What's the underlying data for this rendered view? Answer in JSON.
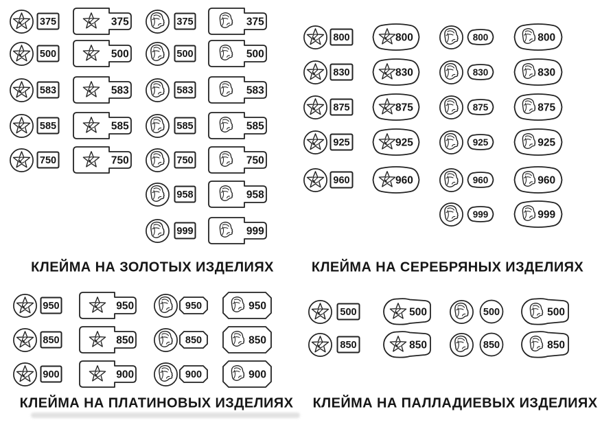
{
  "diagram": {
    "background": "#ffffff",
    "ink_color": "#222222",
    "star_emblem": "five-pointed star with hammer and sickle inside a circle",
    "head_emblem": "woman's head in kokoshnik facing right"
  },
  "sections": [
    {
      "id": "gold",
      "title": "КЛЕЙМА НА ЗОЛОТЫХ ИЗДЕЛИЯХ",
      "star_frame_shape": "spatula",
      "head_frame_shape": "spatula",
      "number_box_shape": "rectangle",
      "rows": [
        {
          "value": "375",
          "star_variants": true,
          "head_variants": true
        },
        {
          "value": "500",
          "star_variants": true,
          "head_variants": true
        },
        {
          "value": "583",
          "star_variants": true,
          "head_variants": true
        },
        {
          "value": "585",
          "star_variants": true,
          "head_variants": true
        },
        {
          "value": "750",
          "star_variants": true,
          "head_variants": true
        },
        {
          "value": "958",
          "star_variants": false,
          "head_variants": true
        },
        {
          "value": "999",
          "star_variants": false,
          "head_variants": true
        }
      ]
    },
    {
      "id": "silver",
      "title": "КЛЕЙМА НА СЕРЕБРЯНЫХ ИЗДЕЛИЯХ",
      "star_frame_shape": "barrel",
      "head_frame_shape": "barrel",
      "number_box_shape": "rounded-barrel",
      "rows": [
        {
          "value": "800",
          "star_variants": true,
          "head_variants": true
        },
        {
          "value": "830",
          "star_variants": true,
          "head_variants": true
        },
        {
          "value": "875",
          "star_variants": true,
          "head_variants": true
        },
        {
          "value": "925",
          "star_variants": true,
          "head_variants": true
        },
        {
          "value": "960",
          "star_variants": true,
          "head_variants": true
        },
        {
          "value": "999",
          "star_variants": false,
          "head_variants": true
        }
      ]
    },
    {
      "id": "platinum",
      "title": "КЛЕЙМА НА ПЛАТИНОВЫХ ИЗДЕЛИЯХ",
      "star_frame_shape": "spatula",
      "head_frame_shape": "octagon",
      "number_box_shape": "octagon",
      "rows": [
        {
          "value": "950",
          "star_variants": true,
          "head_variants": true
        },
        {
          "value": "850",
          "star_variants": true,
          "head_variants": true
        },
        {
          "value": "900",
          "star_variants": true,
          "head_variants": true
        }
      ]
    },
    {
      "id": "palladium",
      "title": "КЛЕЙМА НА ПАЛЛАДИЕВЫХ ИЗДЕЛИЯХ",
      "star_frame_shape": "keg",
      "head_frame_shape": "keg",
      "number_box_shape": "circle",
      "rows": [
        {
          "value": "500",
          "star_variants": true,
          "head_variants": true
        },
        {
          "value": "850",
          "star_variants": true,
          "head_variants": true
        }
      ]
    }
  ]
}
